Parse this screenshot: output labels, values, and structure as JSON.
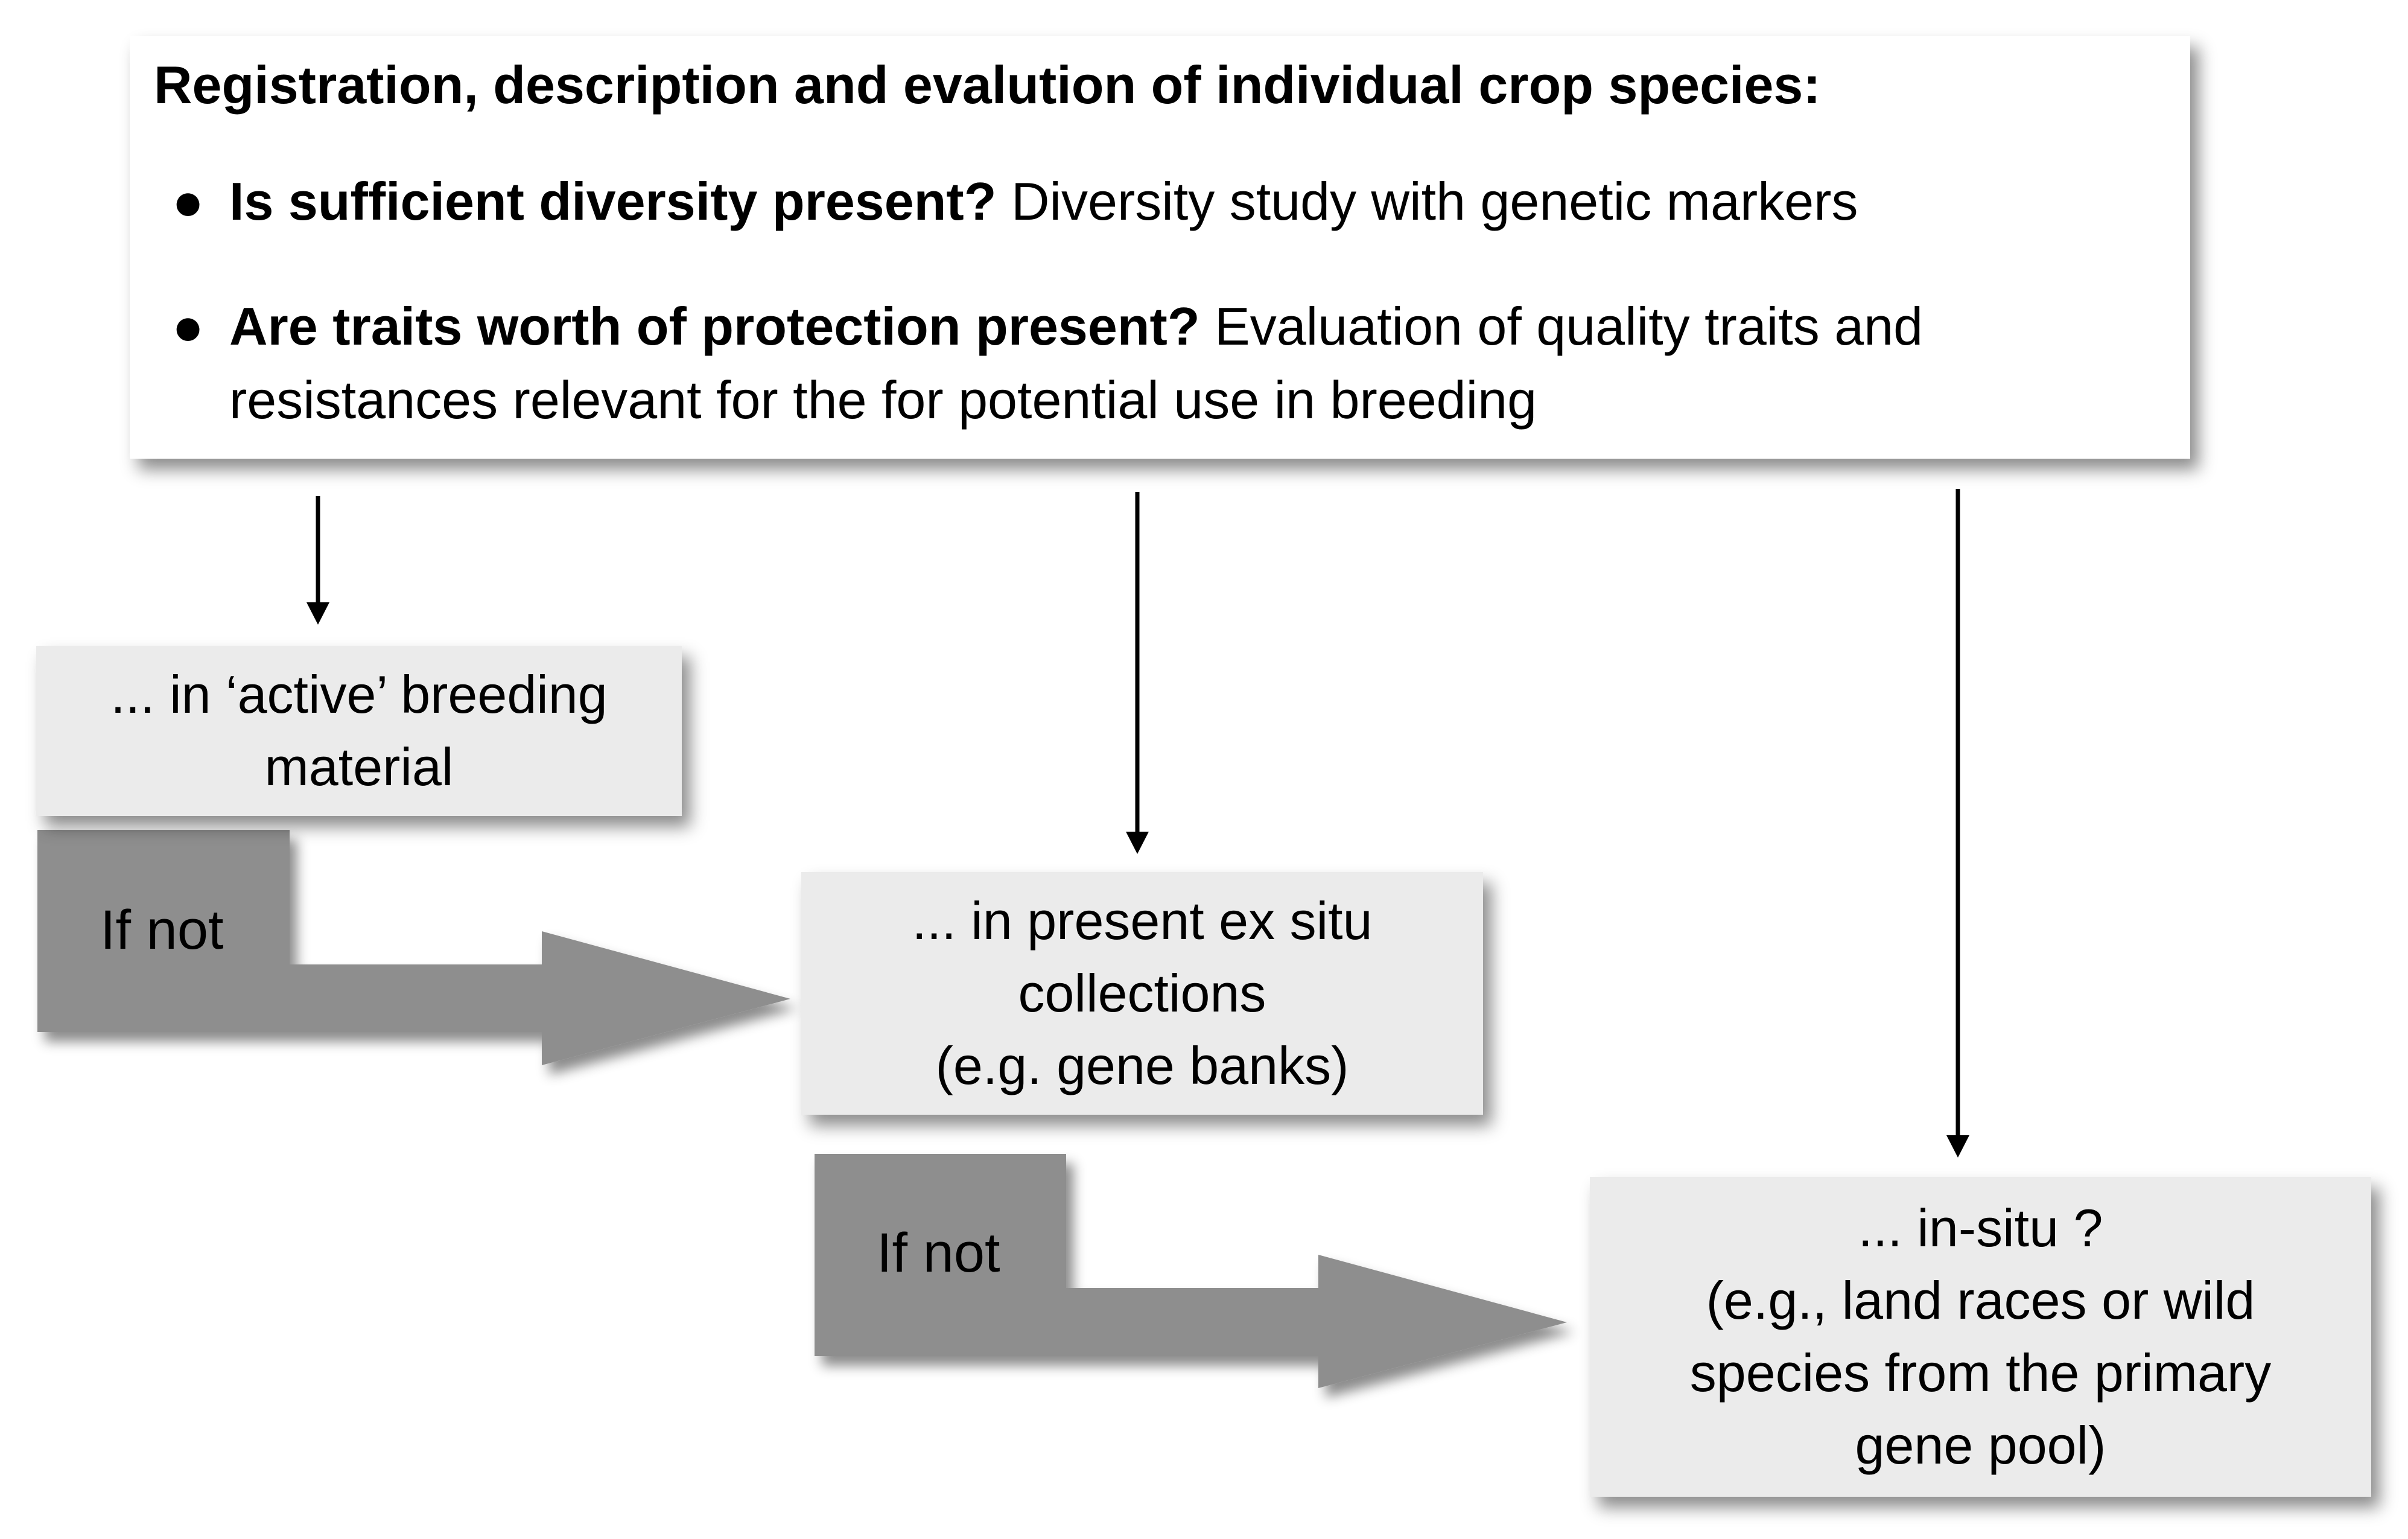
{
  "top": {
    "heading": "Registration, description and evalution of individual crop species:",
    "bullet1_bold": "Is sufficient diversity present?",
    "bullet1_rest": " Diversity study with genetic markers",
    "bullet2_bold": "Are traits worth of protection present?",
    "bullet2_rest": " Evaluation of quality traits and resistances relevant for the  for potential use in breeding"
  },
  "boxes": {
    "active": [
      "... in ‘active’ breeding",
      "material"
    ],
    "exsitu": [
      "... in present ex situ",
      "collections",
      "(e.g. gene banks)"
    ],
    "insitu": [
      "... in-situ ?",
      "(e.g., land races or wild",
      "species from the primary",
      "gene pool)"
    ]
  },
  "arrows": {
    "label1": "If not",
    "label2": "If not"
  },
  "colors": {
    "box_fill": "#ebebeb",
    "arrow_fill": "#8e8e8e",
    "line": "#000000"
  }
}
